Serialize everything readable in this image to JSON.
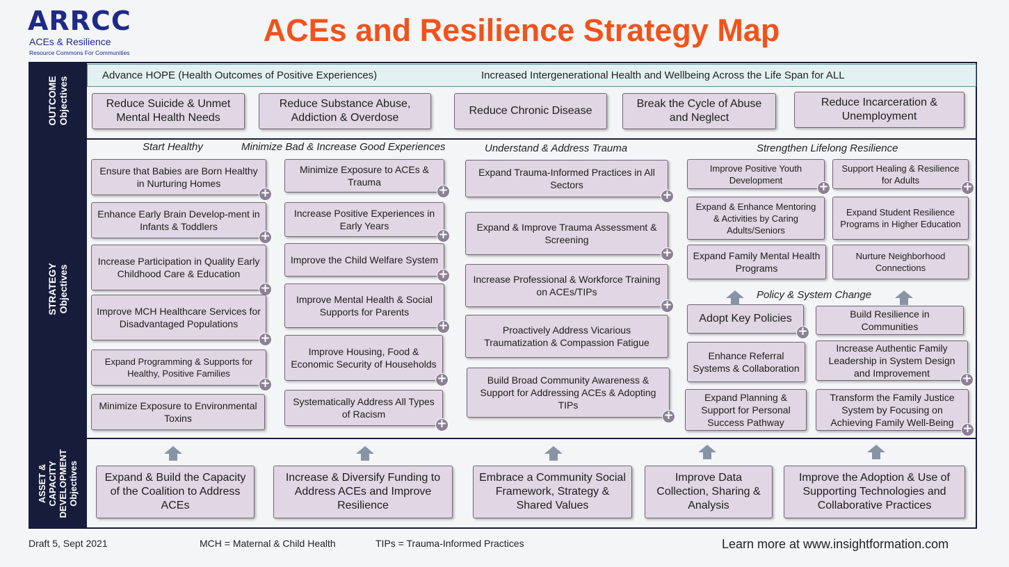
{
  "logo": {
    "mark": "ARRCC",
    "subtitle": "ACEs & Resilience",
    "tagline": "Resource Commons For Communities"
  },
  "title": "ACEs and Resilience Strategy Map",
  "side_labels": {
    "outcome": [
      "OUTCOME",
      "Objectives"
    ],
    "strategy": [
      "STRATEGY",
      "Objectives"
    ],
    "asset": [
      "ASSET &",
      "CAPACITY",
      "DEVELOPMENT",
      "Objectives"
    ]
  },
  "hope_banner": {
    "left": "Advance HOPE  (Health Outcomes of Positive Experiences)",
    "right": "Increased Intergenerational Health and Wellbeing Across the Life Span for ALL"
  },
  "outcomes": [
    "Reduce Suicide & Unmet Mental Health Needs",
    "Reduce Substance Abuse, Addiction & Overdose",
    "Reduce Chronic Disease",
    "Break the Cycle of Abuse and Neglect",
    "Reduce Incarceration & Unemployment"
  ],
  "headings": {
    "start_healthy": "Start Healthy",
    "minimize_bad": "Minimize Bad & Increase Good Experiences",
    "understand": "Understand & Address Trauma",
    "strengthen": "Strengthen Lifelong Resilience",
    "policy": "Policy & System Change"
  },
  "col1": [
    "Ensure that Babies are Born Healthy in Nurturing Homes",
    "Enhance Early Brain Develop-ment in Infants & Toddlers",
    "Increase Participation in Quality Early Childhood Care & Education",
    "Improve MCH Healthcare Services for Disadvantaged Populations",
    "Expand Programming  & Supports for Healthy, Positive Families",
    "Minimize Exposure to Environmental Toxins"
  ],
  "col2": [
    "Minimize Exposure to ACEs & Trauma",
    "Increase Positive Experiences in Early Years",
    "Improve the Child Welfare System",
    "Improve Mental Health & Social Supports for Parents",
    "Improve Housing, Food & Economic Security of Households",
    "Systematically Address All Types of Racism"
  ],
  "col3": [
    "Expand Trauma-Informed Practices in All Sectors",
    "Expand & Improve Trauma Assessment & Screening",
    "Increase Professional & Workforce Training on ACEs/TIPs",
    "Proactively Address Vicarious Traumatization & Compassion Fatigue",
    "Build Broad Community Awareness & Support for Addressing ACEs & Adopting TIPs"
  ],
  "col4": [
    "Improve Positive Youth Development",
    "Expand & Enhance Mentoring & Activities by Caring Adults/Seniors",
    "Expand Family Mental Health Programs",
    "Adopt Key Policies",
    "Enhance Referral Systems & Collaboration",
    "Expand Planning & Support for  Personal Success Pathway"
  ],
  "col5": [
    "Support Healing & Resilience for Adults",
    "Expand Student Resilience Programs in Higher Education",
    "Nurture Neighborhood Connections",
    "Build Resilience in Communities",
    "Increase Authentic Family Leadership in System Design and Improvement",
    "Transform the Family Justice System by Focusing on Achieving Family Well-Being"
  ],
  "assets": [
    "Expand & Build the Capacity of the Coalition to Address ACEs",
    "Increase & Diversify Funding to Address ACEs and Improve Resilience",
    "Embrace a Community Social Framework, Strategy & Shared Values",
    "Improve Data Collection, Sharing & Analysis",
    "Improve the Adoption & Use of Supporting Technologies and Collaborative Practices"
  ],
  "footer": {
    "draft": "Draft 5, Sept 2021",
    "mch": "MCH = Maternal  & Child Health",
    "tips": "TIPs = Trauma-Informed Practices",
    "learn": "Learn more at www.insightformation.com"
  },
  "plus_symbol": "+",
  "colors": {
    "title": "#f0531b",
    "logo": "#1f2a86",
    "band": "#181c3b",
    "box_fill": "#e1d6e3",
    "hope_fill": "#e3f1f2",
    "plus": "#8c8095"
  }
}
